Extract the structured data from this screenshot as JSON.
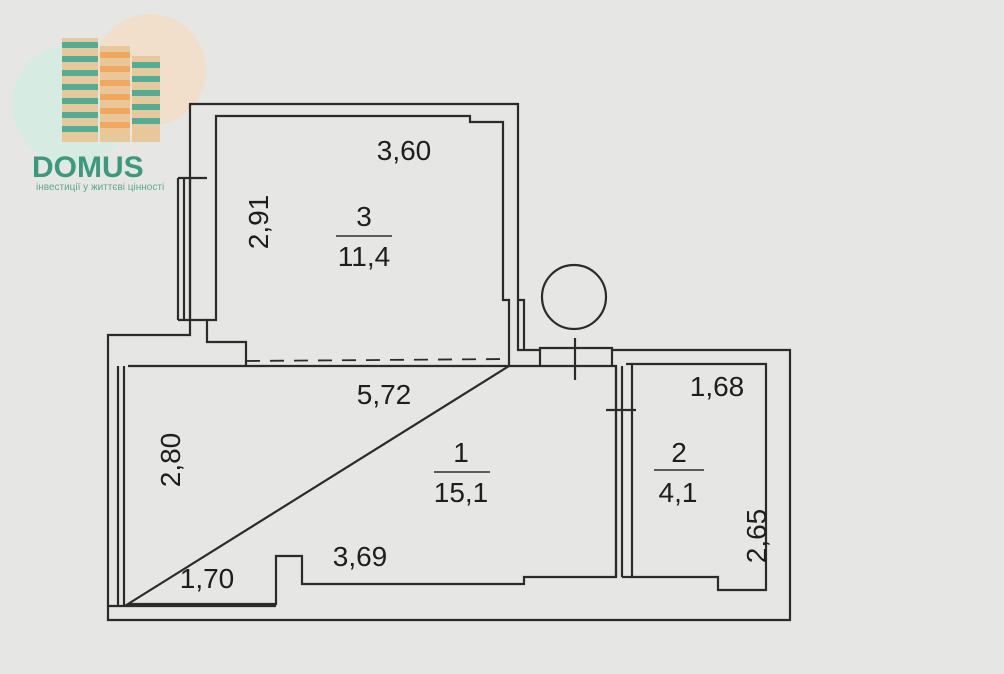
{
  "logo": {
    "brand_text": "DOMUS",
    "tagline": "інвестиції у життєві цінності",
    "colors": {
      "teal": "#4fae95",
      "orange": "#f1a85c",
      "text": "#3a9a7d"
    }
  },
  "colors": {
    "paper": "#e6e6e4",
    "wall": "#2b2b2b",
    "text": "#1e1e1e"
  },
  "rooms": [
    {
      "number": "3",
      "area": "11,4",
      "dimensions": {
        "top": "3,60",
        "side": "2,91"
      }
    },
    {
      "number": "1",
      "area": "15,1",
      "dimensions": {
        "top": "5,72",
        "side": "2,80",
        "bottom_left": "1,70",
        "bottom_right": "3,69"
      }
    },
    {
      "number": "2",
      "area": "4,1",
      "dimensions": {
        "top": "1,68",
        "side": "2,65"
      }
    }
  ]
}
